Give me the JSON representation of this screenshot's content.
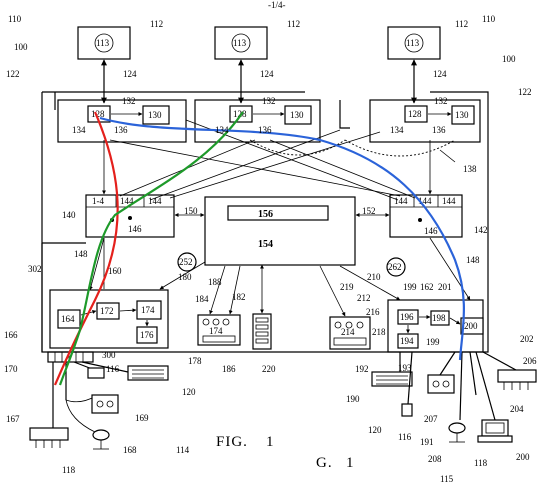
{
  "page_header": "-1/4-",
  "figure_caption": "FIG.",
  "figure_number": "1",
  "figure_caption_bottom": "G.",
  "figure_number_bottom": "1",
  "trace_colors": {
    "red": "#e4201c",
    "green": "#1e9a2a",
    "blue": "#2b63d9"
  },
  "labels": {
    "n110_left": "110",
    "n112_left": "112",
    "n113_left": "113",
    "n124_left": "124",
    "n112_mid": "112",
    "n113_mid": "113",
    "n124_mid": "124",
    "n112_right": "112",
    "n113_right": "113",
    "n124_right": "124",
    "n110_right": "110",
    "n100_left": "100",
    "n100_right": "100",
    "n122_left": "122",
    "n122_right": "122",
    "n128_l": "128",
    "n130_l": "130",
    "n132_l": "132",
    "n134_l": "134",
    "n136_l": "136",
    "n128_m": "128",
    "n130_m": "130",
    "n132_m": "132",
    "n134_m": "134",
    "n136_m": "136",
    "n128_r": "128",
    "n130_r": "130",
    "n132_r": "132",
    "n134_r": "134",
    "n136_r": "136",
    "n138": "138",
    "n140": "140",
    "n144_a": "1-4",
    "n144_b": "144",
    "n144_c": "144",
    "n146_l": "146",
    "n150": "150",
    "n156": "156",
    "n154": "154",
    "n152": "152",
    "n144_d": "144",
    "n144_e": "144",
    "n144_f": "144",
    "n146_r": "146",
    "n142": "142",
    "n148_l": "148",
    "n252": "252",
    "n262": "262",
    "n148_r": "148",
    "n302": "302",
    "n160": "160",
    "n180": "180",
    "n188": "188",
    "n210": "210",
    "n219": "219",
    "n164": "164",
    "n172": "172",
    "n174_a": "174",
    "n176": "176",
    "n184": "184",
    "n182": "182",
    "n174_b": "174",
    "n212": "212",
    "n216": "216",
    "n214": "214",
    "n218": "218",
    "n199_a": "199",
    "n162": "162",
    "n201": "201",
    "n196": "196",
    "n198": "198",
    "n200": "200",
    "n194": "194",
    "n199_b": "199",
    "n202": "202",
    "n166": "166",
    "n300": "300",
    "n178": "178",
    "n186": "186",
    "n220": "220",
    "n170": "170",
    "n116_l": "116",
    "n120_l": "120",
    "n192": "192",
    "n193": "193",
    "n190": "190",
    "n206": "206",
    "n167": "167",
    "n169": "169",
    "n168": "168",
    "n114": "114",
    "n118_l": "118",
    "n120_r": "120",
    "n116_r": "116",
    "n191": "191",
    "n207": "207",
    "n204": "204",
    "n208": "208",
    "n115": "115",
    "n118_r": "118",
    "n200_b": "200"
  }
}
